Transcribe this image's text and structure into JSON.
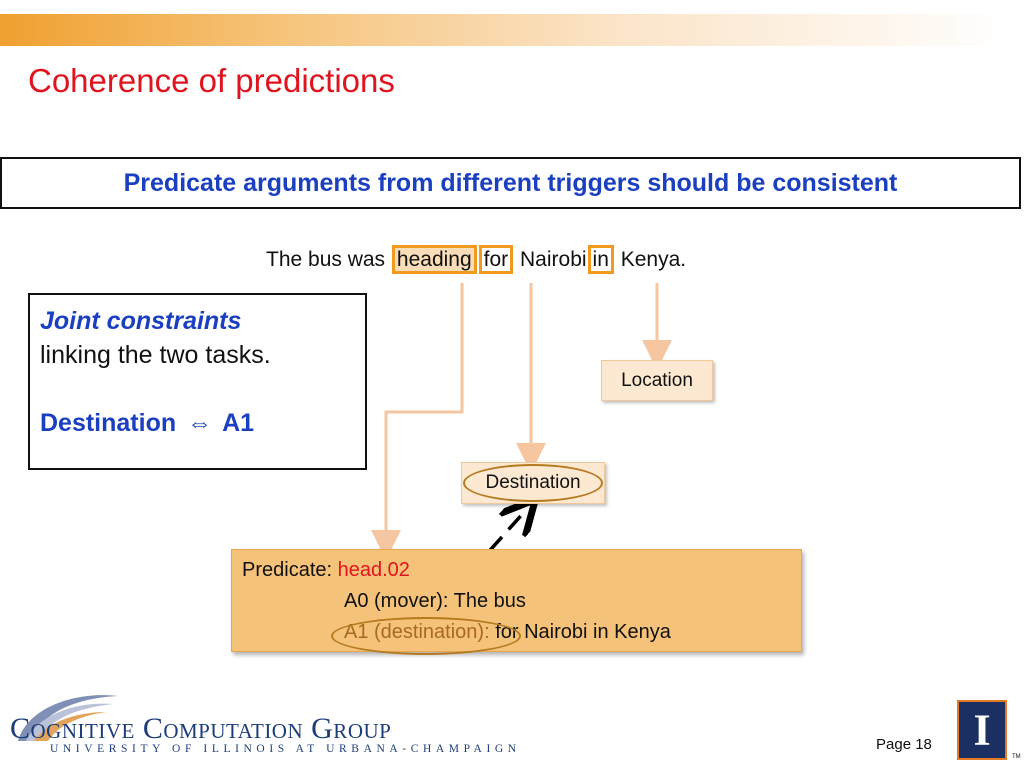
{
  "slide": {
    "title": "Coherence of predictions",
    "banner": "Predicate arguments from different triggers should be consistent"
  },
  "sentence": {
    "part1": "The bus was",
    "heading": "heading",
    "for": "for",
    "nairobi": "Nairobi",
    "in": "in",
    "kenya": "Kenya."
  },
  "constraints": {
    "title": "Joint constraints",
    "line2": "linking the two tasks.",
    "equiv_left": "Destination",
    "equiv_symbol": "⇔",
    "equiv_right": "A1"
  },
  "labels": {
    "location": "Location",
    "destination": "Destination"
  },
  "predicate": {
    "label": "Predicate:",
    "value": "head.02",
    "a0": "A0 (mover): The bus",
    "a1_label": "A1 (destination):",
    "a1_value": "for Nairobi in Kenya"
  },
  "footer": {
    "logo_main": "Cognitive Computation Group",
    "logo_sub": "UNIVERSITY OF ILLINOIS AT URBANA-CHAMPAIGN",
    "page": "Page 18",
    "illinois_letter": "I",
    "tm": "TM"
  },
  "colors": {
    "title_red": "#e0141e",
    "banner_blue": "#1a3fc0",
    "highlight_orange": "#f29a1e",
    "predicate_fill": "#f5c27a",
    "arrow_peach": "#f5c6a0"
  }
}
